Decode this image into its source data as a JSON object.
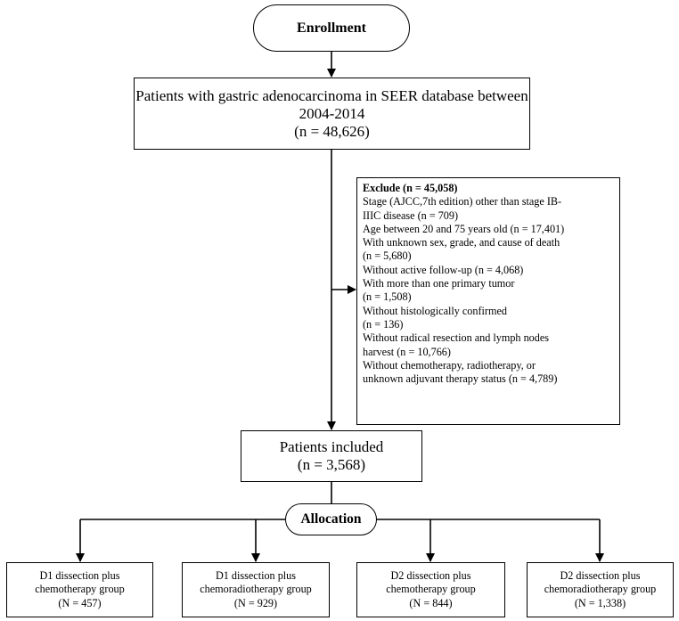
{
  "enrollment": {
    "label": "Enrollment"
  },
  "source": {
    "lines": [
      "Patients with gastric adenocarcinoma in SEER database between",
      "2004-2014",
      "(n = 48,626)"
    ]
  },
  "exclusion": {
    "title": "Exclude (n = 45,058)",
    "lines": [
      "Stage (AJCC,7th edition) other than stage IB-",
      "IIIC disease (n = 709)",
      "Age between 20 and 75 years old (n = 17,401)",
      "With unknown sex, grade, and cause of death",
      "(n = 5,680)",
      "Without active follow-up (n = 4,068)",
      "With more than one primary tumor",
      "(n = 1,508)",
      "Without histologically confirmed",
      "(n = 136)",
      "Without radical resection and lymph nodes",
      "harvest (n = 10,766)",
      "Without chemotherapy, radiotherapy, or",
      "unknown adjuvant therapy status  (n = 4,789)"
    ]
  },
  "included": {
    "lines": [
      "Patients included",
      "(n = 3,568)"
    ]
  },
  "allocation": {
    "label": "Allocation"
  },
  "groups": [
    {
      "lines": [
        "D1 dissection plus",
        "chemotherapy group",
        "(N = 457)"
      ]
    },
    {
      "lines": [
        "D1 dissection plus",
        "chemoradiotherapy group",
        "(N = 929)"
      ]
    },
    {
      "lines": [
        "D2 dissection plus",
        "chemotherapy group",
        "(N = 844)"
      ]
    },
    {
      "lines": [
        "D2 dissection plus",
        "chemoradiotherapy group",
        "(N = 1,338)"
      ]
    }
  ]
}
